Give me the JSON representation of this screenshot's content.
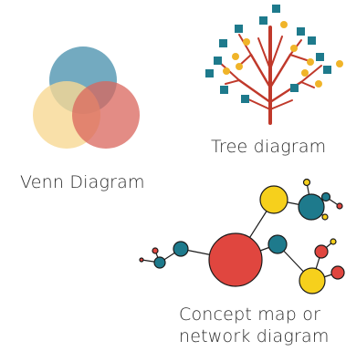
{
  "diagrams": {
    "venn": {
      "label": "Venn Diagram",
      "colors": {
        "top": "#5b9bb5",
        "left": "#f7d894",
        "right": "#d9665c"
      }
    },
    "tree": {
      "label": "Tree diagram",
      "colors": {
        "trunk": "#c0392b",
        "square": "#1e7a8c",
        "dot": "#f0b429"
      }
    },
    "concept_map": {
      "label_line1": "Concept map or",
      "label_line2": "network diagram",
      "colors": {
        "hub": "#e0463f",
        "teal": "#1e7a8c",
        "yellow": "#f6d01c",
        "edge": "#1a1a1a"
      }
    }
  }
}
